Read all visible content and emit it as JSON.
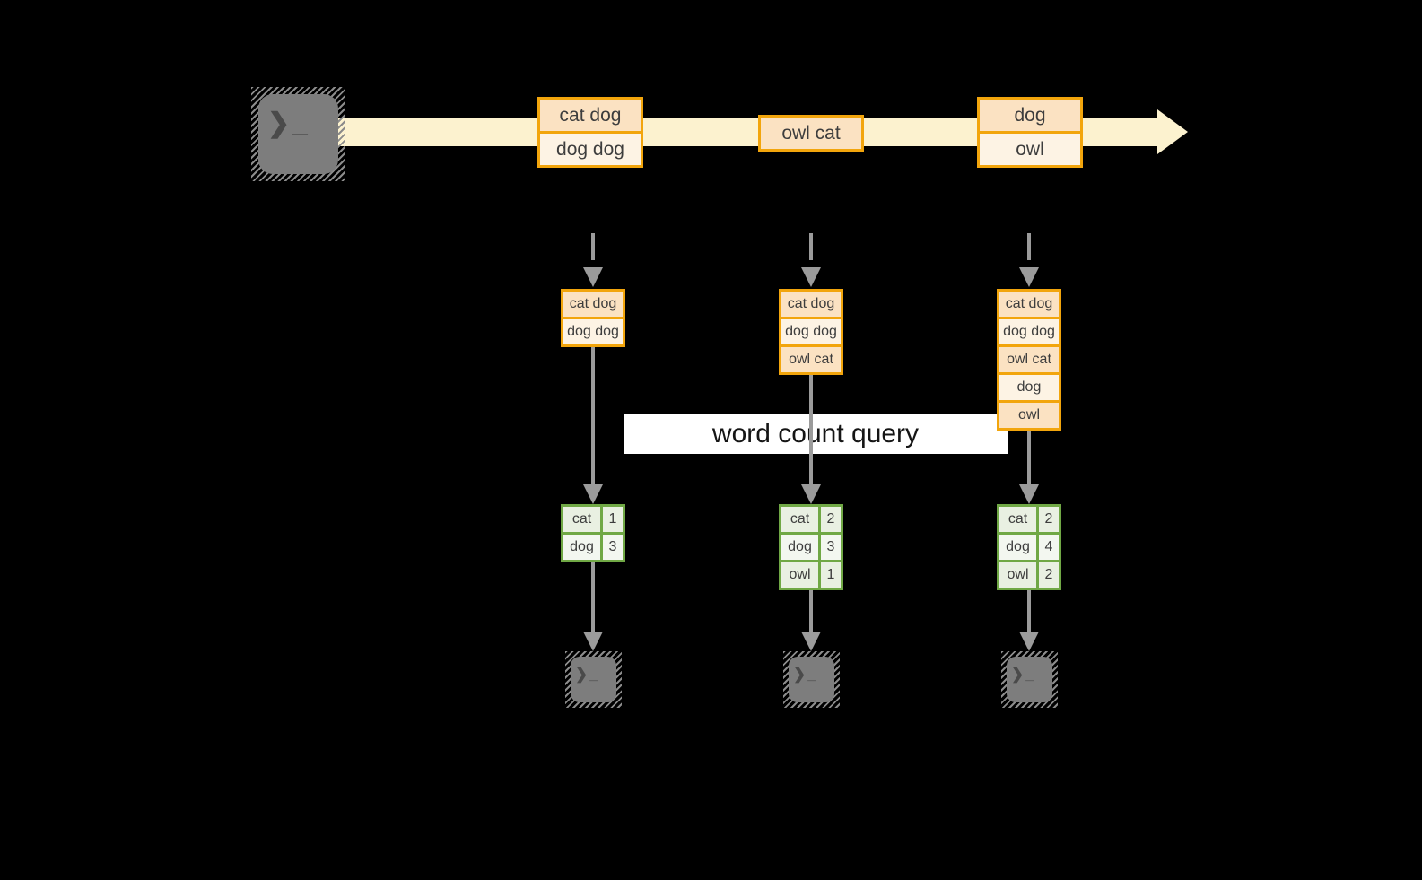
{
  "colors": {
    "background": "#000000",
    "stream_arrow": "#FCF2CF",
    "batch_border": "#F2A50C",
    "batch_fill_dark": "#FBE2C2",
    "batch_fill_light": "#FDF3E4",
    "result_border": "#70A845",
    "result_fill_dark": "#E9F0E2",
    "result_fill_light": "#F3F7F0",
    "arrow_gray": "#9B9B9B",
    "query_band": "#FFFFFF"
  },
  "source_terminal": {
    "glyph": "❯_"
  },
  "stream": {
    "batches": [
      {
        "rows": [
          "cat dog",
          "dog dog"
        ]
      },
      {
        "rows": [
          "owl cat"
        ]
      },
      {
        "rows": [
          "dog",
          "owl"
        ]
      }
    ]
  },
  "state_buffers": [
    {
      "rows": [
        "cat dog",
        "dog dog"
      ]
    },
    {
      "rows": [
        "cat dog",
        "dog dog",
        "owl cat"
      ]
    },
    {
      "rows": [
        "cat dog",
        "dog dog",
        "owl cat",
        "dog",
        "owl"
      ]
    }
  ],
  "query": {
    "label": "word count query"
  },
  "word_counts": [
    {
      "rows": [
        [
          "cat",
          "1"
        ],
        [
          "dog",
          "3"
        ]
      ]
    },
    {
      "rows": [
        [
          "cat",
          "2"
        ],
        [
          "dog",
          "3"
        ],
        [
          "owl",
          "1"
        ]
      ]
    },
    {
      "rows": [
        [
          "cat",
          "2"
        ],
        [
          "dog",
          "4"
        ],
        [
          "owl",
          "2"
        ]
      ]
    }
  ],
  "sink_terminals": [
    {
      "glyph": "❯_"
    },
    {
      "glyph": "❯_"
    },
    {
      "glyph": "❯_"
    }
  ]
}
